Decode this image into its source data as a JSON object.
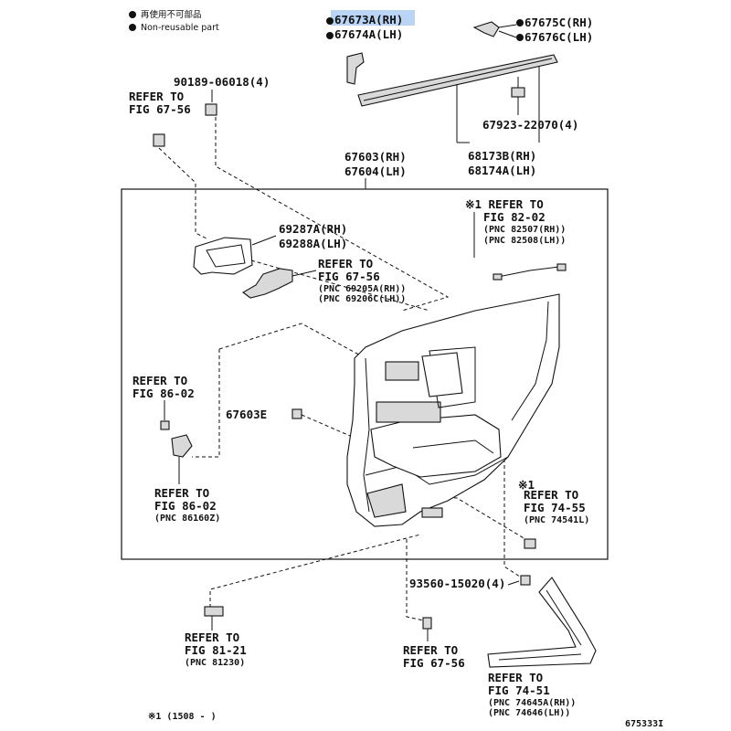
{
  "legend": {
    "item1": "再使用不可部品",
    "item2": "Non-reusable part"
  },
  "labels": {
    "p67673a": "67673A(RH)",
    "p67674a": "67674A(LH)",
    "p67675c": "67675C(RH)",
    "p67676c": "67676C(LH)",
    "p90189": "90189-06018(4)",
    "ref_6756_a1": "REFER TO",
    "ref_6756_a2": "FIG 67-56",
    "p67923": "67923-22070(4)",
    "p68173b": "68173B(RH)",
    "p68174a": "68174A(LH)",
    "p67603": "67603(RH)",
    "p67604": "67604(LH)",
    "ref_8202_1": "※1 REFER TO",
    "ref_8202_2": "FIG 82-02",
    "ref_8202_3": "(PNC 82507(RH))",
    "ref_8202_4": "(PNC 82508(LH))",
    "p69287a": "69287A(RH)",
    "p69288a": "69288A(LH)",
    "ref_6756_b1": "REFER TO",
    "ref_6756_b2": "FIG 67-56",
    "ref_6756_b3": "(PNC 69205A(RH))",
    "ref_6756_b4": "(PNC 69206C(LH))",
    "ref_8602_a1": "REFER TO",
    "ref_8602_a2": "FIG 86-02",
    "p67603e": "67603E",
    "ref_8602_b1": "REFER TO",
    "ref_8602_b2": "FIG 86-02",
    "ref_8602_b3": "(PNC 86160Z)",
    "ref_7455_0": "※1",
    "ref_7455_1": "REFER TO",
    "ref_7455_2": "FIG 74-55",
    "ref_7455_3": "(PNC 74541L)",
    "p93560": "93560-15020(4)",
    "ref_8121_1": "REFER TO",
    "ref_8121_2": "FIG 81-21",
    "ref_8121_3": "(PNC 81230)",
    "ref_6756_c1": "REFER TO",
    "ref_6756_c2": "FIG 67-56",
    "ref_7451_1": "REFER TO",
    "ref_7451_2": "FIG 74-51",
    "ref_7451_3": "(PNC 74645A(RH))",
    "ref_7451_4": "(PNC 74646(LH))",
    "footnote": "※1 (1508 -   )",
    "figure_id": "675333I"
  }
}
